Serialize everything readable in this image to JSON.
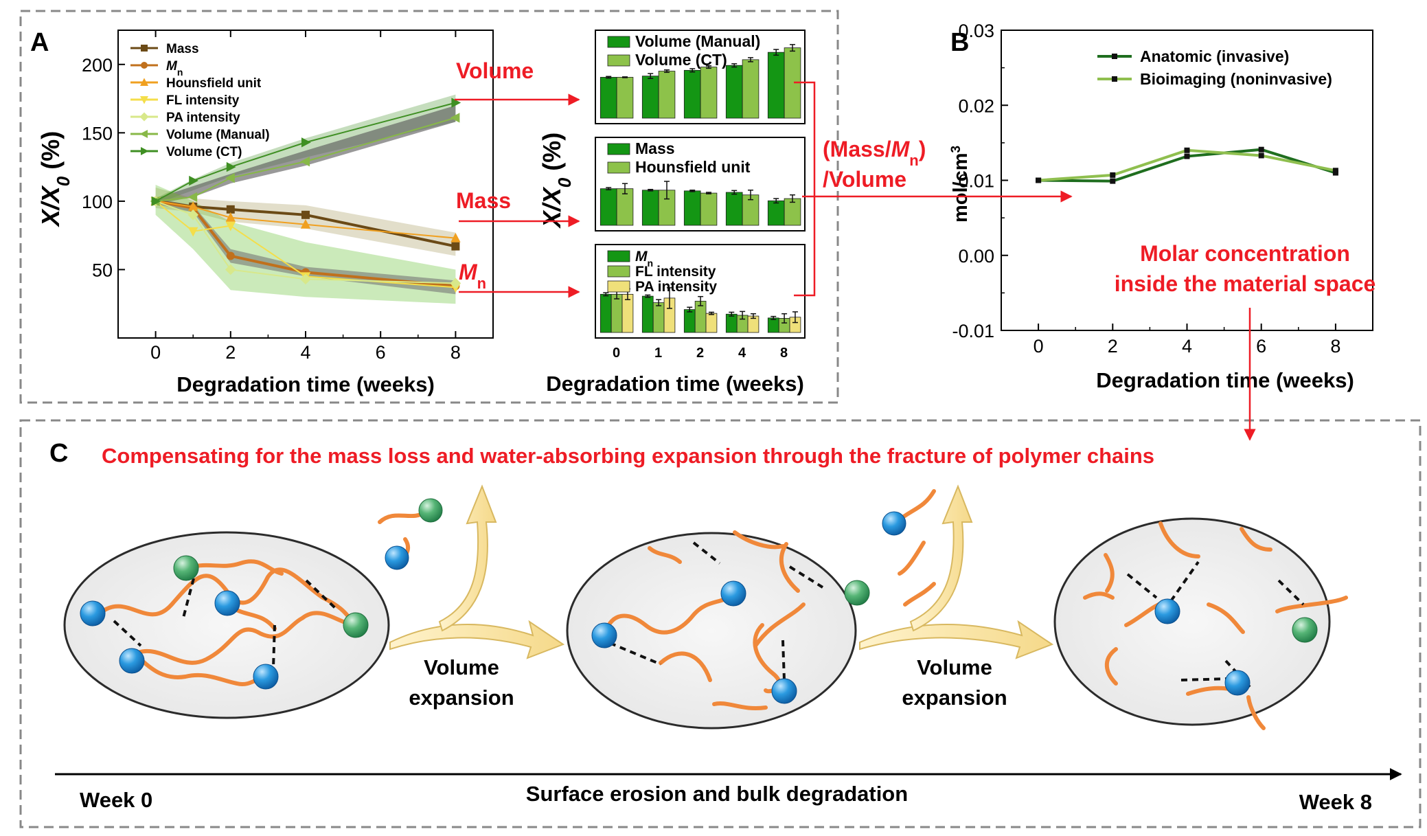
{
  "panel_labels": {
    "a": "A",
    "b": "B",
    "c": "C"
  },
  "colors": {
    "mass": "#6b4a16",
    "mn": "#c0701c",
    "hu": "#f0a020",
    "fl": "#f4de4a",
    "pa": "#d8e88a",
    "vol_manual": "#88b848",
    "vol_ct": "#3f8f23",
    "bar_dark": "#149614",
    "bar_light": "#8dc24a",
    "bar_yellow": "#efe07a",
    "anatomic": "#1f6e1f",
    "bioimaging": "#8fbf4f",
    "red": "#ee1c25",
    "ellipse_fill": "#f1f1f1",
    "ellipse_stroke": "#2b2b2b",
    "chain": "#f0883a",
    "blue_bead": "#1e8fd8",
    "green_bead": "#46a866",
    "arrow_fill": "#f8e3a0",
    "arrow_stroke": "#d8b860",
    "dashed_border": "#888888"
  },
  "flow_labels": {
    "volume": "Volume",
    "mass": "Mass",
    "mn_main": "M",
    "mn_sub": "n",
    "ratio_line1_a": "(Mass/",
    "ratio_line1_m": "M",
    "ratio_line1_sub": "n",
    "ratio_line1_b": ")",
    "ratio_line2": "/Volume",
    "molar_line1": "Molar concentration",
    "molar_line2": "inside the material space"
  },
  "panel_c": {
    "headline": "Compensating for the mass loss and water-absorbing expansion through the fracture of polymer chains",
    "step1": [
      "Volume",
      "expansion"
    ],
    "step2": [
      "Volume",
      "expansion"
    ],
    "timeline_label": "Surface erosion and bulk degradation",
    "start": "Week 0",
    "end": "Week 8"
  },
  "chart_data": [
    {
      "id": "panel-a-line",
      "type": "line",
      "title": "",
      "xlabel": "Degradation time (weeks)",
      "ylabel": "X/X0 (%)",
      "ylabel_main": "X/X",
      "ylabel_sub": "0",
      "ylabel_tail": " (%)",
      "xlim": [
        -1,
        9
      ],
      "ylim": [
        0,
        225
      ],
      "xticks": [
        0,
        2,
        4,
        6,
        8
      ],
      "yticks": [
        50,
        100,
        150,
        200
      ],
      "legend_position": "top-left",
      "x": [
        0,
        1,
        2,
        4,
        8
      ],
      "bands": [
        {
          "name": "volume-spread",
          "color": "#3f8f23",
          "alpha": 0.3,
          "lower": [
            98,
            108,
            118,
            132,
            158
          ],
          "upper": [
            102,
            116,
            128,
            146,
            178
          ]
        },
        {
          "name": "volume-core",
          "color": "#555555",
          "alpha": 0.6,
          "lower": [
            98,
            103,
            113,
            126,
            158
          ],
          "upper": [
            102,
            111,
            120,
            137,
            170
          ]
        },
        {
          "name": "mass-band",
          "color": "#8a7d2a",
          "alpha": 0.25,
          "lower": [
            95,
            92,
            85,
            80,
            60
          ],
          "upper": [
            110,
            102,
            100,
            97,
            77
          ]
        },
        {
          "name": "mn-band",
          "color": "#6bc23a",
          "alpha": 0.35,
          "lower": [
            90,
            65,
            35,
            30,
            25
          ],
          "upper": [
            112,
            100,
            85,
            70,
            50
          ]
        },
        {
          "name": "mn-core",
          "color": "#777777",
          "alpha": 0.6,
          "lower": [
            98,
            92,
            55,
            45,
            32
          ],
          "upper": [
            102,
            97,
            65,
            52,
            42
          ]
        }
      ],
      "series": [
        {
          "name": "Mass",
          "name_main": "Mass",
          "name_sub": "",
          "marker": "square",
          "color": "#6b4a16",
          "values": [
            100,
            96,
            94,
            90,
            67
          ]
        },
        {
          "name": "Mn",
          "name_main": "M",
          "name_sub": "n",
          "marker": "circle",
          "color": "#c0701c",
          "values": [
            100,
            95,
            60,
            48,
            38
          ]
        },
        {
          "name": "Hounsfield unit",
          "name_main": "Hounsfield unit",
          "name_sub": "",
          "marker": "triangle-up",
          "color": "#f0a020",
          "values": [
            100,
            96,
            88,
            83,
            73
          ]
        },
        {
          "name": "FL intensity",
          "name_main": "FL intensity",
          "name_sub": "",
          "marker": "triangle-down",
          "color": "#f4de4a",
          "values": [
            100,
            78,
            82,
            45,
            37
          ]
        },
        {
          "name": "PA intensity",
          "name_main": "PA intensity",
          "name_sub": "",
          "marker": "diamond",
          "color": "#d8e88a",
          "values": [
            100,
            90,
            50,
            43,
            40
          ]
        },
        {
          "name": "Volume (Manual)",
          "name_main": "Volume (Manual)",
          "name_sub": "",
          "marker": "triangle-left",
          "color": "#88b848",
          "values": [
            100,
            103,
            117,
            129,
            161
          ]
        },
        {
          "name": "Volume (CT)",
          "name_main": "Volume (CT)",
          "name_sub": "",
          "marker": "triangle-right",
          "color": "#3f8f23",
          "values": [
            100,
            115,
            125,
            143,
            172
          ]
        }
      ]
    },
    {
      "id": "panel-a-bars",
      "type": "bar",
      "xlabel": "Degradation time (weeks)",
      "ylabel": "X/X0 (%)",
      "ylabel_main": "X/X",
      "ylabel_sub": "0",
      "ylabel_tail": " (%)",
      "categories": [
        "0",
        "1",
        "2",
        "4",
        "8"
      ],
      "subplots": [
        {
          "name": "volume",
          "ylim": [
            0,
            215
          ],
          "series": [
            {
              "name": "Volume (Manual)",
              "name_main": "Volume (Manual)",
              "name_sub": "",
              "color": "#149614",
              "values": [
                100,
                103,
                117,
                129,
                161
              ],
              "errors": [
                2,
                6,
                4,
                4,
                7
              ]
            },
            {
              "name": "Volume (CT)",
              "name_main": "Volume (CT)",
              "name_sub": "",
              "color": "#8dc24a",
              "values": [
                100,
                115,
                125,
                143,
                172
              ],
              "errors": [
                1,
                3,
                3,
                5,
                8
              ]
            }
          ]
        },
        {
          "name": "mass",
          "ylim": [
            0,
            240
          ],
          "series": [
            {
              "name": "Mass",
              "name_main": "Mass",
              "name_sub": "",
              "color": "#149614",
              "values": [
                100,
                96,
                94,
                90,
                67
              ],
              "errors": [
                3,
                2,
                2,
                5,
                6
              ]
            },
            {
              "name": "Hounsfield unit",
              "name_main": "Hounsfield unit",
              "name_sub": "",
              "color": "#8dc24a",
              "values": [
                100,
                96,
                88,
                83,
                73
              ],
              "errors": [
                14,
                24,
                2,
                13,
                10
              ]
            }
          ]
        },
        {
          "name": "mn",
          "ylim": [
            0,
            230
          ],
          "series": [
            {
              "name": "Mn",
              "name_main": "M",
              "name_sub": "n",
              "color": "#149614",
              "values": [
                100,
                95,
                60,
                48,
                38
              ],
              "errors": [
                4,
                3,
                6,
                5,
                4
              ]
            },
            {
              "name": "FL intensity",
              "name_main": "FL intensity",
              "name_sub": "",
              "color": "#8dc24a",
              "values": [
                100,
                78,
                82,
                45,
                37
              ],
              "errors": [
                12,
                8,
                12,
                10,
                12
              ]
            },
            {
              "name": "PA intensity",
              "name_main": "PA intensity",
              "name_sub": "",
              "color": "#efe07a",
              "values": [
                100,
                90,
                50,
                43,
                40
              ],
              "errors": [
                14,
                27,
                3,
                6,
                14
              ]
            }
          ]
        }
      ]
    },
    {
      "id": "panel-b-line",
      "type": "line",
      "xlabel": "Degradation time (weeks)",
      "ylabel": "mol/cm3",
      "ylabel_main": "mol/cm",
      "ylabel_sup": "3",
      "xlim": [
        -1,
        9
      ],
      "ylim": [
        -0.01,
        0.03
      ],
      "xticks": [
        0,
        2,
        4,
        6,
        8
      ],
      "yticks": [
        -0.01,
        0.0,
        0.01,
        0.02,
        0.03
      ],
      "ytick_labels": [
        "-0.01",
        "0.00",
        "0.01",
        "0.02",
        "0.03"
      ],
      "legend_position": "top-center",
      "x": [
        0,
        2,
        4,
        6,
        8
      ],
      "series": [
        {
          "name": "Anatomic (invasive)",
          "color": "#1f6e1f",
          "values": [
            0.01,
            0.0099,
            0.0132,
            0.0141,
            0.011
          ]
        },
        {
          "name": "Bioimaging (noninvasive)",
          "color": "#8fbf4f",
          "values": [
            0.01,
            0.0107,
            0.014,
            0.0133,
            0.0113
          ]
        }
      ]
    }
  ]
}
